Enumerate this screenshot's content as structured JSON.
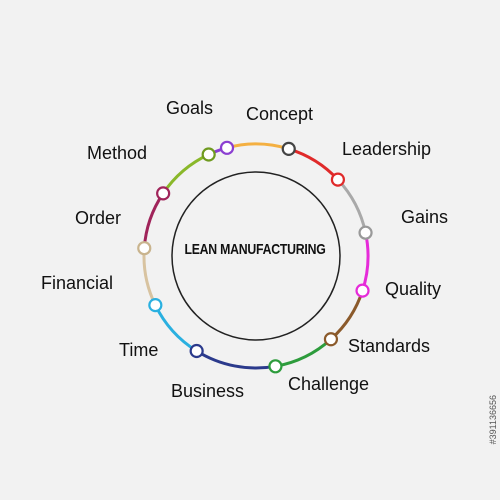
{
  "diagram": {
    "center_title": "LEAN MANUFACTURING",
    "items": [
      {
        "label": "Concept",
        "color": "#f4b042"
      },
      {
        "label": "Leadership",
        "color": "#e02a2a"
      },
      {
        "label": "Gains",
        "color": "#a9a9a9"
      },
      {
        "label": "Quality",
        "color": "#e62bd9"
      },
      {
        "label": "Standards",
        "color": "#8b5a2b"
      },
      {
        "label": "Challenge",
        "color": "#2d9c3c"
      },
      {
        "label": "Business",
        "color": "#2b3a8c"
      },
      {
        "label": "Time",
        "color": "#2ab0e0"
      },
      {
        "label": "Financial",
        "color": "#d8c3a0"
      },
      {
        "label": "Order",
        "color": "#a0245a"
      },
      {
        "label": "Method",
        "color": "#8ab82a"
      },
      {
        "label": "Goals",
        "color": "#8b3fd1"
      }
    ]
  },
  "stock_id": "#391136656"
}
